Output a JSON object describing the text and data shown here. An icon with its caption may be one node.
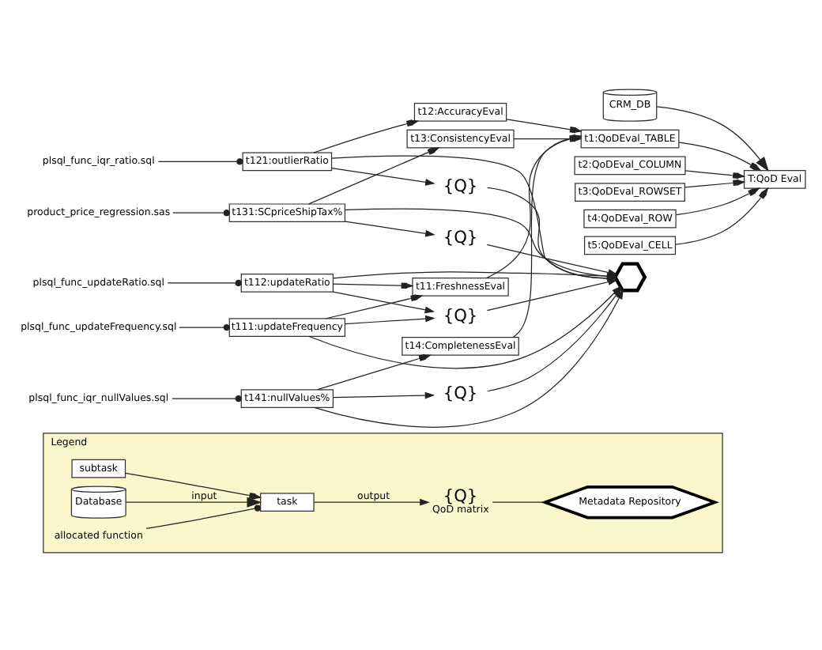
{
  "diagram": {
    "nodes": [
      {
        "text": [
          "CRM_DB"
        ]
      },
      {
        "text": [
          "T:QoD Eval"
        ]
      },
      {
        "text": [
          "t1:QoDEval_TABLE"
        ]
      },
      {
        "text": [
          "t2:QoDEval_COLUMN"
        ]
      },
      {
        "text": [
          "t3:QoDEval_ROWSET"
        ]
      },
      {
        "text": [
          "t4:QoDEval_ROW"
        ]
      },
      {
        "text": [
          "t5:QoDEval_CELL"
        ]
      },
      {
        "text": [
          "t11:FreshnessEval"
        ]
      },
      {
        "text": [
          "t111:updateFrequency"
        ]
      },
      {
        "text": [
          "plsql_func_updateFrequency.sql"
        ]
      },
      {
        "text": [
          "{Q}"
        ]
      },
      {
        "text": [
          "t112:updateRatio"
        ]
      },
      {
        "text": [
          "plsql_func_updateRatio.sql"
        ]
      },
      {
        "text": [
          "t12:AccuracyEval"
        ]
      },
      {
        "text": [
          "t121:outlierRatio"
        ]
      },
      {
        "text": [
          "plsql_func_iqr_ratio.sql"
        ]
      },
      {
        "text": [
          "{Q}"
        ]
      },
      {
        "text": [
          "t13:ConsistencyEval"
        ]
      },
      {
        "text": [
          "t131:SCpriceShipTax%"
        ]
      },
      {
        "text": [
          "product_price_regression.sas"
        ]
      },
      {
        "text": [
          "{Q}"
        ]
      },
      {
        "text": [
          "t14:CompletenessEval"
        ]
      },
      {
        "text": [
          "t141:nullValues%"
        ]
      },
      {
        "text": [
          "plsql_func_iqr_nullValues.sql"
        ]
      },
      {
        "text": [
          "{Q}"
        ]
      },
      {
        "text": [],
        "shape": "hexagon"
      },
      {
        "text": [
          "Legend"
        ]
      },
      {
        "text": [
          "Database"
        ],
        "in": 26
      },
      {
        "text": [
          "task"
        ],
        "in": 26
      },
      {
        "text": [
          "allocated function"
        ],
        "in": 26
      },
      {
        "text": [
          "subtask"
        ],
        "in": 26
      },
      {
        "text": [
          "{Q}",
          "QoD matrix"
        ],
        "in": 26
      },
      {
        "text": [
          "Metadata Repository"
        ],
        "in": 26
      }
    ],
    "edges": [
      {
        "from": 0,
        "to": 1,
        "arrow": "to"
      },
      {
        "from": 2,
        "to": 1,
        "arrow": "to"
      },
      {
        "from": 3,
        "to": 1,
        "arrow": "to"
      },
      {
        "from": 4,
        "to": 1,
        "arrow": "to"
      },
      {
        "from": 5,
        "to": 1,
        "arrow": "to"
      },
      {
        "from": 6,
        "to": 1,
        "arrow": "to"
      },
      {
        "from": 7,
        "to": 2,
        "arrow": "to"
      },
      {
        "from": 8,
        "to": 7,
        "arrow": "to"
      },
      {
        "from": 9,
        "to": 8,
        "arrow": "other"
      },
      {
        "from": 8,
        "to": 25,
        "arrow": "to"
      },
      {
        "from": 8,
        "to": 10,
        "arrow": "to"
      },
      {
        "from": 11,
        "to": 7,
        "arrow": "to"
      },
      {
        "from": 12,
        "to": 11,
        "arrow": "other"
      },
      {
        "from": 11,
        "to": 10,
        "arrow": "to"
      },
      {
        "from": 11,
        "to": 25,
        "arrow": "to"
      },
      {
        "from": 10,
        "to": 25,
        "arrow": "to"
      },
      {
        "from": 13,
        "to": 2,
        "arrow": "to"
      },
      {
        "from": 14,
        "to": 13,
        "arrow": "to"
      },
      {
        "from": 15,
        "to": 14,
        "arrow": "other"
      },
      {
        "from": 14,
        "to": 25,
        "arrow": "to"
      },
      {
        "from": 14,
        "to": 16,
        "arrow": "to"
      },
      {
        "from": 16,
        "to": 25,
        "arrow": "to"
      },
      {
        "from": 17,
        "to": 2,
        "arrow": "to"
      },
      {
        "from": 18,
        "to": 17,
        "arrow": "to"
      },
      {
        "from": 19,
        "to": 18,
        "arrow": "other"
      },
      {
        "from": 18,
        "to": 25,
        "arrow": "to"
      },
      {
        "from": 18,
        "to": 20,
        "arrow": "to"
      },
      {
        "from": 20,
        "to": 25,
        "arrow": "to"
      },
      {
        "from": 21,
        "to": 2,
        "arrow": "to"
      },
      {
        "from": 22,
        "to": 21,
        "arrow": "to"
      },
      {
        "from": 23,
        "to": 22,
        "arrow": "other"
      },
      {
        "from": 22,
        "to": 25,
        "arrow": "to"
      },
      {
        "from": 22,
        "to": 24,
        "arrow": "to"
      },
      {
        "from": 24,
        "to": 25,
        "arrow": "to"
      },
      {
        "from": 27,
        "to": 28,
        "arrow": "to",
        "label": "input"
      },
      {
        "from": 28,
        "to": 31,
        "arrow": "to",
        "label": "output"
      },
      {
        "from": 31,
        "to": 32,
        "arrow": "none"
      },
      {
        "from": 29,
        "to": 28,
        "arrow": "other"
      },
      {
        "from": 30,
        "to": 28,
        "arrow": "to"
      }
    ]
  }
}
